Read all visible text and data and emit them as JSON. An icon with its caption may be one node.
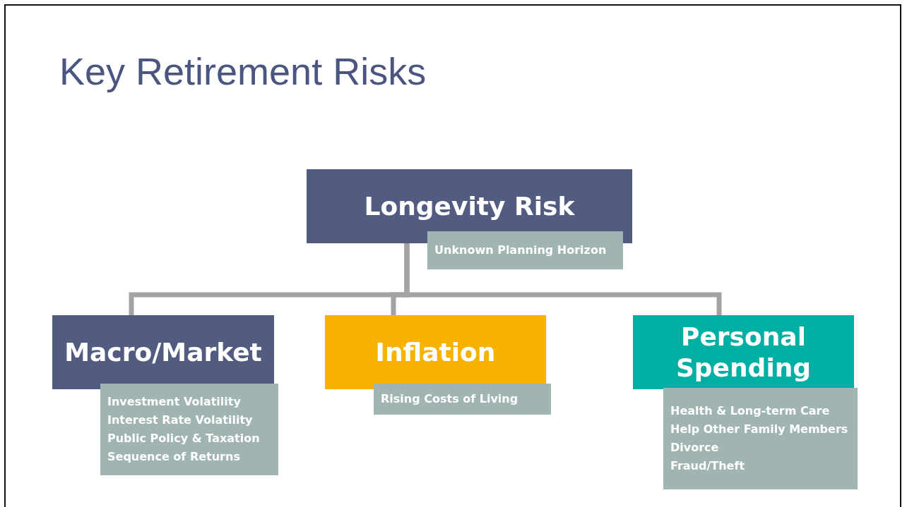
{
  "diagram": {
    "title": "Key Retirement Risks",
    "nodes": [
      {
        "text": [
          "Longevity Risk"
        ]
      },
      {
        "text": [
          "Unknown Planning Horizon"
        ]
      },
      {
        "text": [
          "Macro/Market"
        ]
      },
      {
        "text": [
          "Investment Volatility",
          "Interest Rate Volatility",
          "Public Policy & Taxation",
          "Sequence of Returns"
        ]
      },
      {
        "text": [
          "Inflation"
        ]
      },
      {
        "text": [
          "Rising Costs of Living"
        ]
      },
      {
        "text": [
          "Personal Spending"
        ]
      },
      {
        "text": [
          "Health & Long-term Care",
          "Help Other Family Members",
          "Divorce",
          "Fraud/Theft"
        ]
      }
    ],
    "edges": [
      {
        "from": 0,
        "to": 2,
        "arrow": "none"
      },
      {
        "from": 0,
        "to": 4,
        "arrow": "none"
      },
      {
        "from": 0,
        "to": 6,
        "arrow": "none"
      }
    ]
  }
}
